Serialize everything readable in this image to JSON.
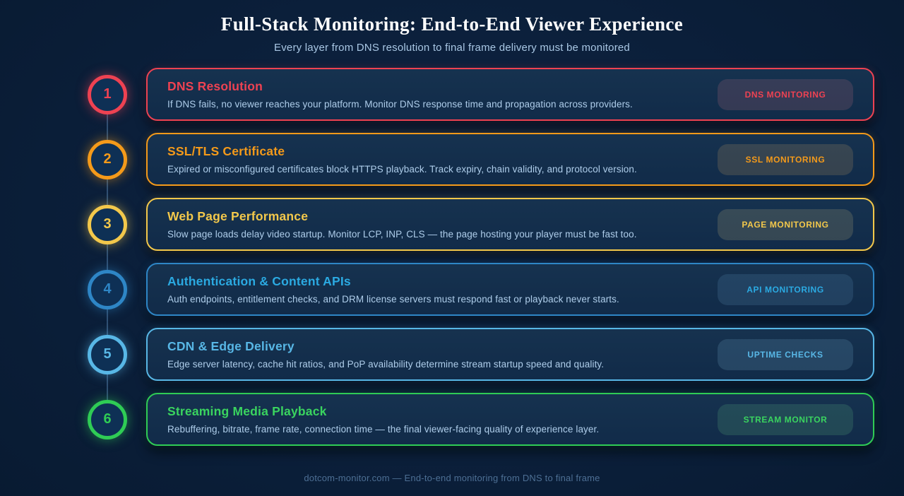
{
  "page": {
    "title": "Full-Stack Monitoring: End-to-End Viewer Experience",
    "subtitle": "Every layer from DNS resolution to final frame delivery must be monitored",
    "footer": "dotcom-monitor.com — End-to-end monitoring from DNS to final frame"
  },
  "colors": {
    "background": "#0b1f3a",
    "card_background": "#14304f",
    "body_text": "#aecdea",
    "connector": "#6ea0d2",
    "footer_text": "#4d6f94"
  },
  "steps": [
    {
      "number": "1",
      "title": "DNS Resolution",
      "description": "If DNS fails, no viewer reaches your platform. Monitor DNS response time and propagation across providers.",
      "badge": "DNS MONITORING",
      "color": "#ee4252",
      "border_color": "#ee4252"
    },
    {
      "number": "2",
      "title": "SSL/TLS Certificate",
      "description": "Expired or misconfigured certificates block HTTPS playback. Track expiry, chain validity, and protocol version.",
      "badge": "SSL MONITORING",
      "color": "#f49a1a",
      "border_color": "#f49a1a"
    },
    {
      "number": "3",
      "title": "Web Page Performance",
      "description": "Slow page loads delay video startup. Monitor LCP, INP, CLS — the page hosting your player must be fast too.",
      "badge": "PAGE MONITORING",
      "color": "#f3c84b",
      "border_color": "#f3c84b"
    },
    {
      "number": "4",
      "title": "Authentication & Content APIs",
      "description": "Auth endpoints, entitlement checks, and DRM license servers must respond fast or playback never starts.",
      "badge": "API MONITORING",
      "color": "#2baae2",
      "border_color": "#2e86c6"
    },
    {
      "number": "5",
      "title": "CDN & Edge Delivery",
      "description": "Edge server latency, cache hit ratios, and PoP availability determine stream startup speed and quality.",
      "badge": "UPTIME CHECKS",
      "color": "#58b7e6",
      "border_color": "#58b7e6"
    },
    {
      "number": "6",
      "title": "Streaming Media Playback",
      "description": "Rebuffering, bitrate, frame rate, connection time — the final viewer-facing quality of experience layer.",
      "badge": "STREAM MONITOR",
      "color": "#3ad45f",
      "border_color": "#2fcc55"
    }
  ]
}
